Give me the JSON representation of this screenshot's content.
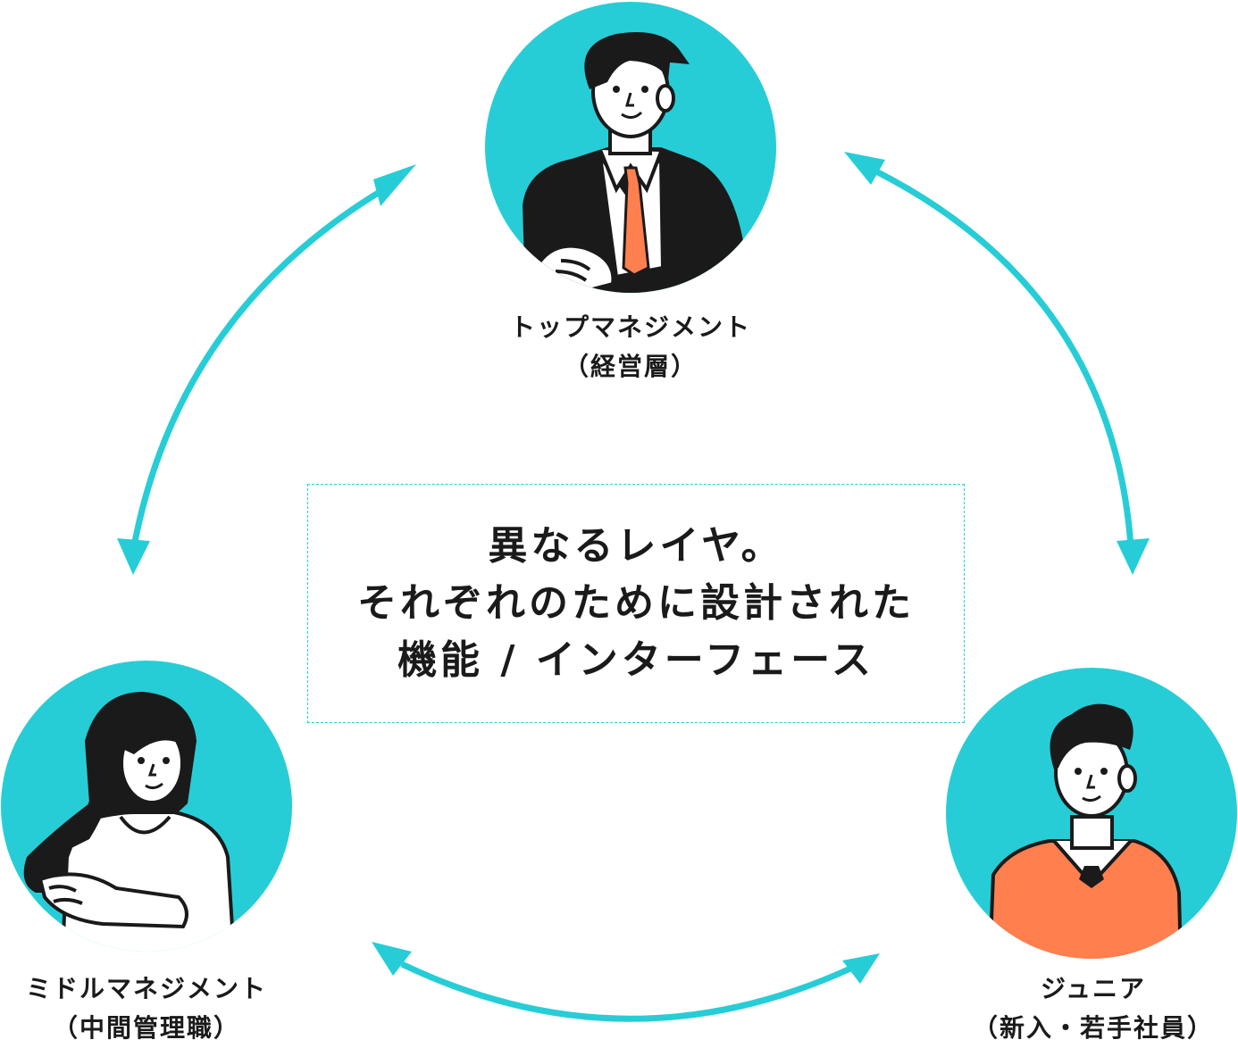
{
  "colors": {
    "accent": "#27cdd6",
    "ink": "#1a1a1a",
    "tie": "#ff7f4f",
    "sweater": "#ff7f4f",
    "white": "#ffffff"
  },
  "nodes": {
    "top": {
      "line1": "トップマネジメント",
      "line2": "（経営層）"
    },
    "middle": {
      "line1": "ミドルマネジメント",
      "line2": "（中間管理職）"
    },
    "junior": {
      "line1": "ジュニア",
      "line2": "（新入・若手社員）"
    }
  },
  "center": {
    "line1": "異なるレイヤ。",
    "line2": "それぞれのために設計された",
    "line3": "機能 / インターフェース"
  }
}
